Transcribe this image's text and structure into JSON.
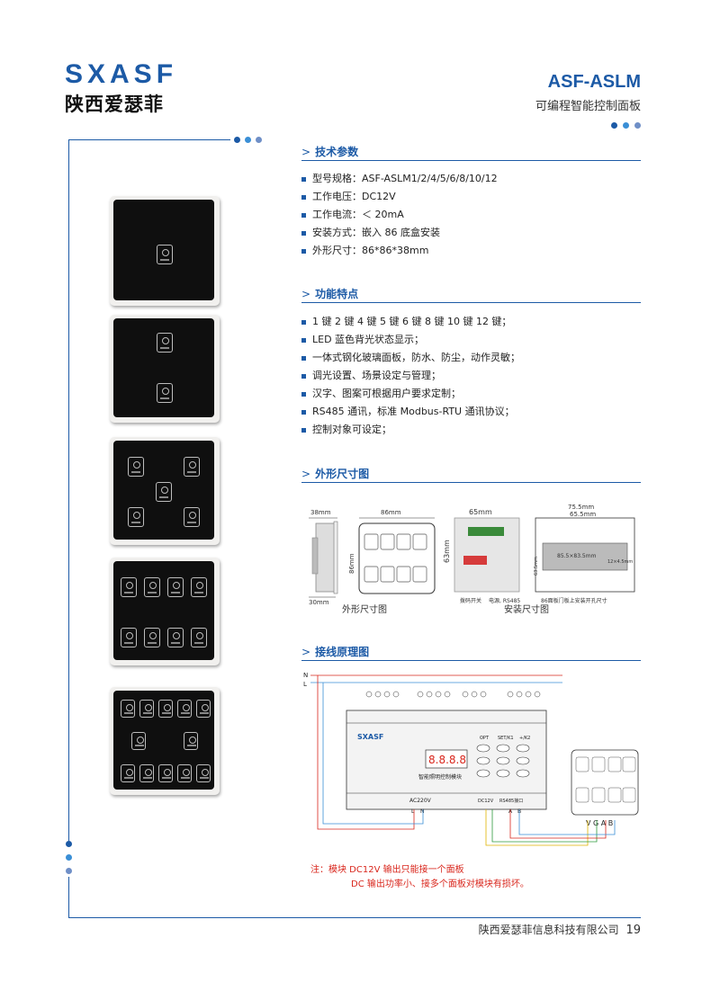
{
  "header": {
    "logo_en": "SXASF",
    "logo_cn": "陕西爱瑟菲",
    "model": "ASF-ASLM",
    "subtitle": "可编程智能控制面板"
  },
  "colors": {
    "brand_blue": "#1c5aa6",
    "dot_dark": "#1c5aa6",
    "dot_mid": "#3a8fd6",
    "dot_light": "#6f8fc7",
    "note_red": "#d9261c"
  },
  "sections": {
    "tech": {
      "title": "技术参数",
      "items": [
        "型号规格：ASF-ASLM1/2/4/5/6/8/10/12",
        "工作电压：DC12V",
        "工作电流：＜ 20mA",
        "安装方式：嵌入 86 底盒安装",
        "外形尺寸：86*86*38mm"
      ]
    },
    "features": {
      "title": "功能特点",
      "items": [
        "1 键  2 键  4 键  5 键  6 键  8 键  10 键  12 键；",
        "LED 蓝色背光状态显示；",
        "一体式钢化玻璃面板，防水、防尘，动作灵敏；",
        "调光设置、场景设定与管理；",
        "汉字、图案可根据用户要求定制；",
        "RS485 通讯，标准 Modbus-RTU 通讯协议；",
        "控制对象可设定；"
      ]
    },
    "dimensions": {
      "title": "外形尺寸图",
      "side_38": "38mm",
      "side_30": "30mm",
      "front_86w": "86mm",
      "front_86h": "86mm",
      "back_65": "65mm",
      "back_63": "63mm",
      "back_label_1": "拨码开关",
      "back_label_2": "电源, RS485",
      "hole_755": "75.5mm",
      "hole_655": "65.5mm",
      "hole_mid": "85.5×83.5mm",
      "hole_right": "12×4.5mm",
      "hole_left": "63.5mm",
      "hole_caption": "86面板门板上安装开孔尺寸",
      "caption_outline": "外形尺寸图",
      "caption_install": "安装尺寸图"
    },
    "wiring": {
      "title": "接线原理图",
      "line_n": "N",
      "line_l": "L",
      "module_logo": "SXASF",
      "module_label": "智能照明控制模块",
      "display": "8.8.8.8",
      "btn_opt": "OPT",
      "btn_set": "SET/K1",
      "btn_k2": "+/K2",
      "power_label": "AC220V",
      "dc_label": "DC12V",
      "rs_label": "RS485接口",
      "term_l": "L",
      "term_n": "N",
      "term_a": "A",
      "term_b": "B",
      "panel_terms": "V G A B",
      "note_1": "注：模块 DC12V 输出只能接一个面板",
      "note_2": "DC 输出功率小、接多个面板对模块有损坏。"
    }
  },
  "footer": {
    "company": "陕西爱瑟菲信息科技有限公司",
    "page": "19"
  }
}
